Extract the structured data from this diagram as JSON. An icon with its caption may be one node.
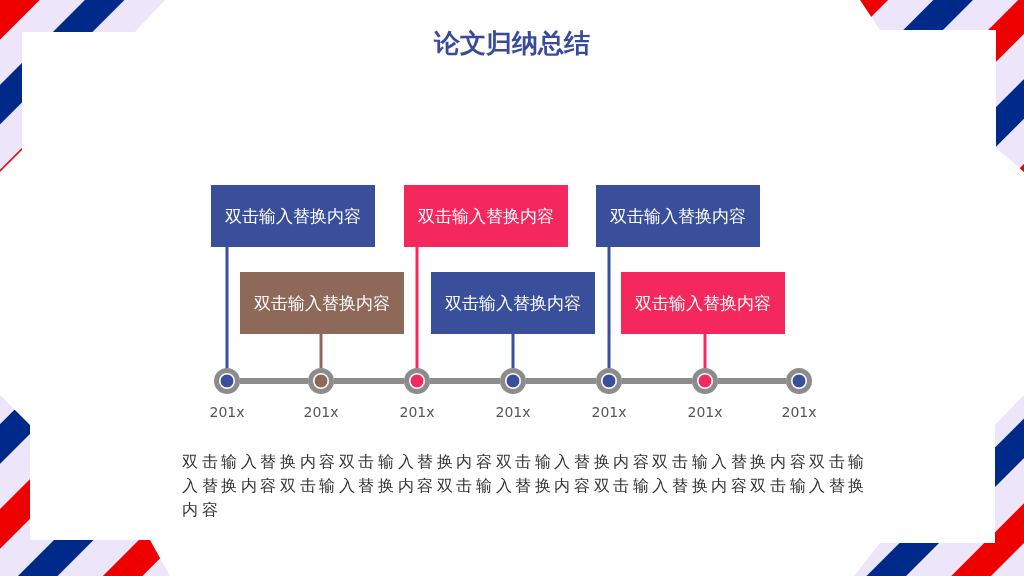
{
  "diagram": {
    "title": "论文归纳总结",
    "nodes": [
      {
        "text": [
          "双击输入替换内容"
        ]
      },
      {
        "text": [
          "双击输入替换内容"
        ]
      },
      {
        "text": [
          "双击输入替换内容"
        ]
      },
      {
        "text": [
          "双击输入替换内容"
        ]
      },
      {
        "text": [
          "双击输入替换内容"
        ]
      },
      {
        "text": [
          "双击输入替换内容"
        ]
      },
      {
        "text": [],
        "shape": "circle",
        "beside": [
          "201x"
        ]
      },
      {
        "text": [],
        "shape": "circle",
        "beside": [
          "201x"
        ]
      },
      {
        "text": [],
        "shape": "circle",
        "beside": [
          "201x"
        ]
      },
      {
        "text": [],
        "shape": "circle",
        "beside": [
          "201x"
        ]
      },
      {
        "text": [],
        "shape": "circle",
        "beside": [
          "201x"
        ]
      },
      {
        "text": [],
        "shape": "circle",
        "beside": [
          "201x"
        ]
      },
      {
        "text": [],
        "shape": "circle",
        "beside": [
          "201x"
        ]
      }
    ],
    "edges": [
      {
        "from": 0,
        "to": 6,
        "arrow": "none",
        "color": "#3a4f9c"
      },
      {
        "from": 1,
        "to": 7,
        "arrow": "none",
        "color": "#8e6858"
      },
      {
        "from": 2,
        "to": 8,
        "arrow": "none",
        "color": "#f5285e"
      },
      {
        "from": 3,
        "to": 9,
        "arrow": "none",
        "color": "#3a4f9c"
      },
      {
        "from": 4,
        "to": 10,
        "arrow": "none",
        "color": "#3a4f9c"
      },
      {
        "from": 5,
        "to": 11,
        "arrow": "none",
        "color": "#f5285e"
      },
      {
        "from": 6,
        "to": 7,
        "arrow": "none",
        "style": "thick",
        "color": "#8c8c8c"
      },
      {
        "from": 7,
        "to": 8,
        "arrow": "none",
        "style": "thick",
        "color": "#8c8c8c"
      },
      {
        "from": 8,
        "to": 9,
        "arrow": "none",
        "style": "thick",
        "color": "#8c8c8c"
      },
      {
        "from": 9,
        "to": 10,
        "arrow": "none",
        "style": "thick",
        "color": "#8c8c8c"
      },
      {
        "from": 10,
        "to": 11,
        "arrow": "none",
        "style": "thick",
        "color": "#8c8c8c"
      },
      {
        "from": 11,
        "to": 12,
        "arrow": "none",
        "style": "thick",
        "color": "#8c8c8c"
      }
    ],
    "labels": [
      "双击输入替换内容双击输入替换内容双击输入替换内容双击输入替换内容双击输入替换内容双击输入替换内容双击输入替换内容双击输入替换内容双击输入替换内容"
    ]
  }
}
